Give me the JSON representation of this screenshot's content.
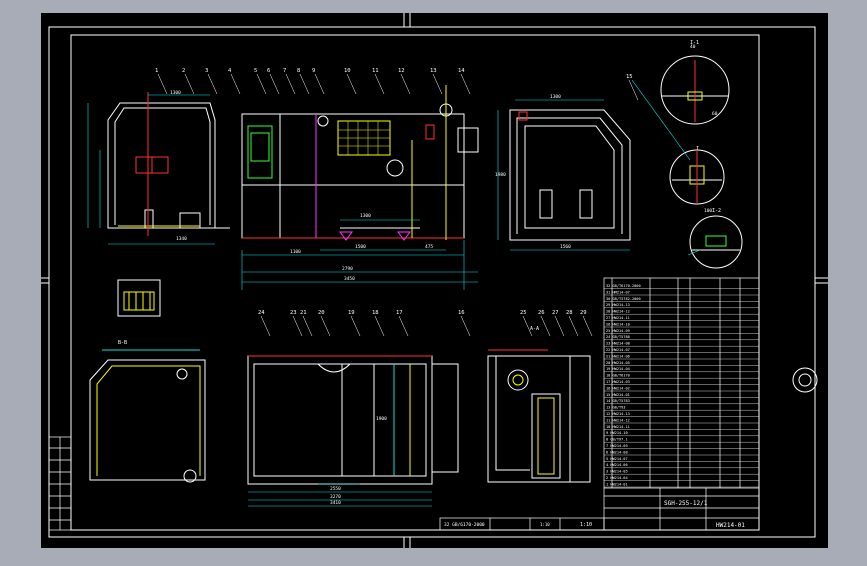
{
  "colors": {
    "background": "#a7acb6",
    "paper": "#000000",
    "line": "#ffffff",
    "dim": "#00e5e5",
    "accent_red": "#ff3030",
    "accent_yellow": "#ffff00",
    "accent_green": "#33ff33",
    "accent_magenta": "#ff33ff"
  },
  "drawing": {
    "balloons_top": [
      "1",
      "2",
      "3",
      "4",
      "5",
      "6",
      "7",
      "8",
      "9",
      "10",
      "11",
      "12",
      "13",
      "14"
    ],
    "balloons_bottom": [
      "24",
      "23",
      "21",
      "20",
      "19",
      "18",
      "17",
      "16"
    ],
    "balloons_side_bottom": [
      "25",
      "26",
      "27",
      "28",
      "29"
    ],
    "balloon_right": "15",
    "dims_front": [
      "2790",
      "3450",
      "1300",
      "1500",
      "1100",
      "475"
    ],
    "dims_side": [
      "1560",
      "1980",
      "1300"
    ],
    "dims_plan": [
      "2550",
      "3270",
      "3410",
      "1900"
    ],
    "dims_misc": [
      "1300",
      "1340",
      "40",
      "60",
      "100"
    ],
    "section_labels": [
      "B-B",
      "A-A",
      "I-1",
      "I-2",
      "I"
    ],
    "title_block": {
      "drawing_no_small": "SGH-255-12/1",
      "drawing_no": "HW214-01",
      "scale": "1:10",
      "scale_left": "1:10",
      "part_ref": "32 GB/6170-2000"
    },
    "parts_rows": [
      "32 GB/T6170-2000",
      "31 HM214-07",
      "30 GB/T5782-2000",
      "29 HW214-13",
      "28 HW214-12",
      "27 HW214-11",
      "26 HW214-10",
      "25 HW214-09",
      "24 GB/T5780",
      "23 HW214-08",
      "22 HW214-07",
      "21 HW214-06",
      "20 HW214-05",
      "19 HW214-04",
      "18 GB/T6170",
      "17 HW214-03",
      "16 HW214-02",
      "15 HW214-01",
      "14 GB/T5783",
      "13 GB/T93",
      "12 HW214-13",
      "11 HW214-12",
      "10 HW214-11",
      "9 HW214-10",
      "8 GB/T97.1",
      "7 HW214-09",
      "6 HW214-08",
      "5 HW214-07",
      "4 HW214-06",
      "3 HW214-05",
      "2 HW214-04",
      "1 HW214-01"
    ]
  }
}
